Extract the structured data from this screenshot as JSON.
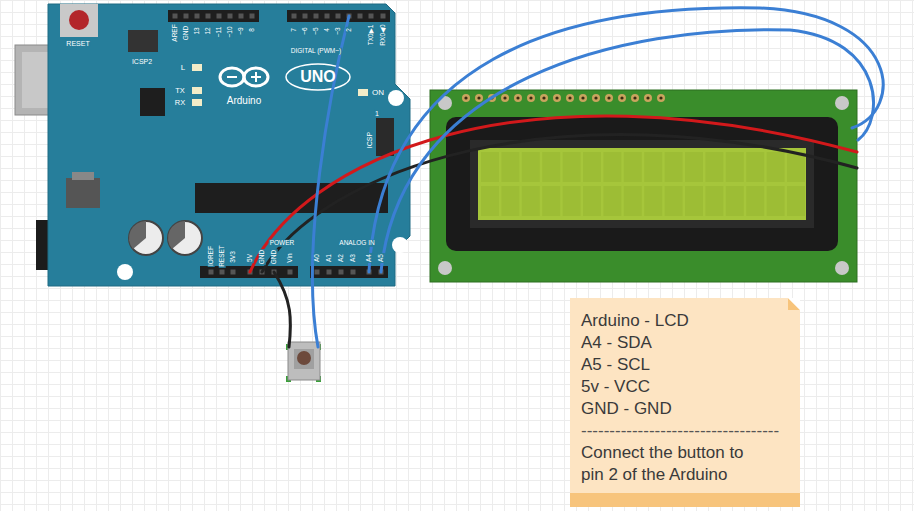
{
  "diagram": {
    "nodes": [
      {
        "text": [
          "RESET",
          "ICSP2",
          "AREF",
          "GND",
          "13",
          "12",
          "~11",
          "~10",
          "~9",
          "8",
          "7",
          "~6",
          "~5",
          "4",
          "~3",
          "2",
          "TX0▶1",
          "RX0◀0",
          "DIGITAL (PWM~)",
          "L",
          "TX",
          "RX",
          "UNO",
          "Arduino",
          "ON",
          "ICSP",
          "1",
          "IOREF",
          "RESET",
          "3V3",
          "5V",
          "GND",
          "GND",
          "Vin",
          "A0",
          "A1",
          "A2",
          "A3",
          "A4",
          "A5",
          "POWER",
          "ANALOG IN"
        ]
      },
      {
        "text": [
          "Arduino - LCD",
          "A4 - SDA",
          "A5 - SCL",
          "5v - VCC",
          "GND - GND",
          "-----------------------------------",
          "Connect the button to pin 2 of the Arduino"
        ]
      }
    ]
  }
}
